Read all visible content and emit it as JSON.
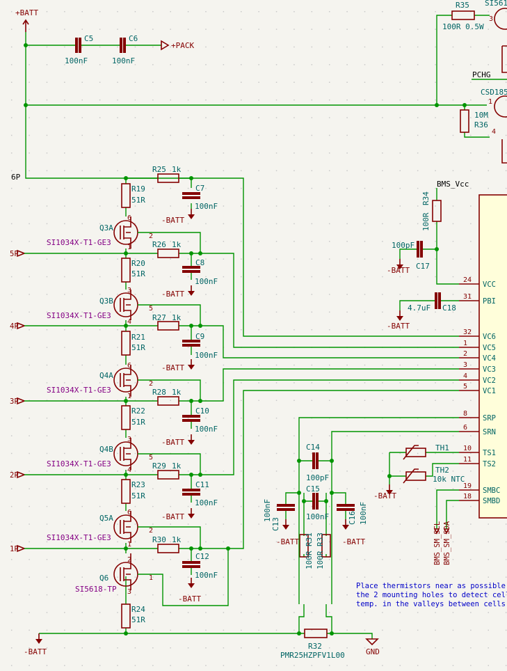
{
  "power": {
    "batt_plus": "+BATT",
    "pack_plus": "+PACK",
    "batt_minus": "-BATT",
    "gnd": "GND",
    "bms_vcc": "BMS_Vcc"
  },
  "nets": {
    "pchg": "PCHG",
    "sixp": "6P",
    "fivep": "5P",
    "fourp": "4P",
    "threep": "3P",
    "twop": "2P",
    "onep": "1P",
    "sm_scl": "BMS_SM_SCL",
    "sm_sda": "BMS_SM_SDA"
  },
  "components": {
    "c5": {
      "ref": "C5",
      "value": "100nF"
    },
    "c6": {
      "ref": "C6",
      "value": "100nF"
    },
    "r35": {
      "ref": "R35",
      "value": "100R 0.5W"
    },
    "q_top": {
      "ref": "SI561"
    },
    "q_csd": {
      "ref": "CSD185"
    },
    "r36": {
      "ref": "R36",
      "value": "10M"
    },
    "r25": {
      "ref": "R25",
      "value": "1k"
    },
    "r26": {
      "ref": "R26",
      "value": "1k"
    },
    "r27": {
      "ref": "R27",
      "value": "1k"
    },
    "r28": {
      "ref": "R28",
      "value": "1k"
    },
    "r29": {
      "ref": "R29",
      "value": "1k"
    },
    "r30": {
      "ref": "R30",
      "value": "1k"
    },
    "c7": {
      "ref": "C7",
      "value": "100nF"
    },
    "c8": {
      "ref": "C8",
      "value": "100nF"
    },
    "c9": {
      "ref": "C9",
      "value": "100nF"
    },
    "c10": {
      "ref": "C10",
      "value": "100nF"
    },
    "c11": {
      "ref": "C11",
      "value": "100nF"
    },
    "c12": {
      "ref": "C12",
      "value": "100nF"
    },
    "r19": {
      "ref": "R19",
      "value": "51R"
    },
    "r20": {
      "ref": "R20",
      "value": "51R"
    },
    "r21": {
      "ref": "R21",
      "value": "51R"
    },
    "r22": {
      "ref": "R22",
      "value": "51R"
    },
    "r23": {
      "ref": "R23",
      "value": "51R"
    },
    "r24": {
      "ref": "R24",
      "value": "51R"
    },
    "q3a": {
      "ref": "Q3A",
      "part": "SI1034X-T1-GE3"
    },
    "q3b": {
      "ref": "Q3B",
      "part": "SI1034X-T1-GE3"
    },
    "q4a": {
      "ref": "Q4A",
      "part": "SI1034X-T1-GE3"
    },
    "q4b": {
      "ref": "Q4B",
      "part": "SI1034X-T1-GE3"
    },
    "q5a": {
      "ref": "Q5A",
      "part": "SI1034X-T1-GE3"
    },
    "q6": {
      "ref": "Q6",
      "part": "SI5618-TP"
    },
    "r34": {
      "ref": "R34",
      "value": "100R"
    },
    "c17": {
      "ref": "C17",
      "value": "100pF"
    },
    "c18": {
      "ref": "C18",
      "value": "4.7uF"
    },
    "c14": {
      "ref": "C14",
      "value": "100pF"
    },
    "c15": {
      "ref": "C15",
      "value": "100nF"
    },
    "c13": {
      "ref": "C13",
      "value": "100nF"
    },
    "c16": {
      "ref": "C16",
      "value": "100nF"
    },
    "r31": {
      "ref": "R31",
      "value": "100R"
    },
    "r33": {
      "ref": "R33",
      "value": "100R"
    },
    "r32": {
      "ref": "R32",
      "value": "PMR25HZPFV1L00"
    },
    "th1": {
      "ref": "TH1"
    },
    "th2": {
      "ref": "TH2",
      "value": "10k NTC"
    }
  },
  "ic_pins": [
    {
      "num": "24",
      "name": "VCC"
    },
    {
      "num": "31",
      "name": "PBI"
    },
    {
      "num": "32",
      "name": "VC6"
    },
    {
      "num": "1",
      "name": "VC5"
    },
    {
      "num": "2",
      "name": "VC4"
    },
    {
      "num": "3",
      "name": "VC3"
    },
    {
      "num": "4",
      "name": "VC2"
    },
    {
      "num": "5",
      "name": "VC1"
    },
    {
      "num": "8",
      "name": "SRP"
    },
    {
      "num": "6",
      "name": "SRN"
    },
    {
      "num": "10",
      "name": "TS1"
    },
    {
      "num": "11",
      "name": "TS2"
    },
    {
      "num": "19",
      "name": "SMBC"
    },
    {
      "num": "18",
      "name": "SMBD"
    }
  ],
  "mosfet_pins": {
    "q3a": [
      "6",
      "2",
      "1"
    ],
    "q3b": [
      "3",
      "5",
      "4"
    ],
    "q4a": [
      "6",
      "2",
      "1"
    ],
    "q4b": [
      "3",
      "5",
      "4"
    ],
    "q5a": [
      "6",
      "2",
      "1"
    ],
    "q6": [
      "2",
      "1",
      "3"
    ],
    "q_top": "3",
    "q_csd": "1",
    "q_csd_4": "4"
  },
  "note": {
    "lines": [
      "Place thermistors near as possible t",
      "the 2 mounting holes to detect cell",
      "temp. in the valleys between cells"
    ]
  },
  "colors": {
    "wire": "#009400",
    "component": "#840000",
    "reference": "#006464",
    "part_number": "#840084",
    "note": "#0000c8",
    "ic_fill": "#fffeda",
    "background": "#f5f4ef"
  }
}
